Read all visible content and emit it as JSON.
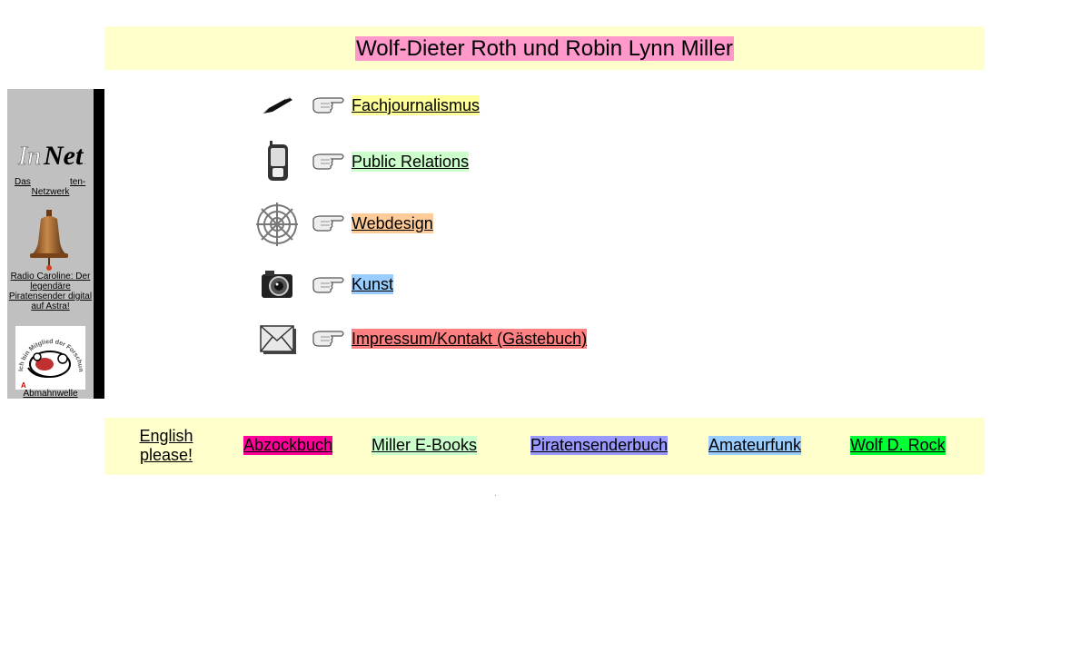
{
  "header": {
    "title": "Wolf-Dieter Roth und Robin Lynn Miller",
    "title_bg": "#ff99cc",
    "bar_bg": "#ffffcc"
  },
  "sidebar": {
    "logo": {
      "text": "InNet",
      "icon": "innet-logo"
    },
    "logo_caption_left": "Das",
    "logo_caption_right": "ten-",
    "logo_caption_line2": "Netzwerk",
    "bell_caption": [
      "Radio Caroline: Der",
      "legendäre",
      "Piratensender digital",
      "auf Astra!"
    ],
    "badge_text": "Ich bin Mitglied der Forschungsstelle",
    "badge_caption": "Abmahnwelle"
  },
  "nav": [
    {
      "label": "Fachjournalismus",
      "color": "#ffff99",
      "icon": "pen-icon"
    },
    {
      "label": "Public Relations",
      "color": "#ccffcc",
      "icon": "mobile-phone-icon"
    },
    {
      "label": "Webdesign",
      "color": "#ffcc99",
      "icon": "spider-web-icon"
    },
    {
      "label": "Kunst",
      "color": "#99ccff",
      "icon": "camera-icon"
    },
    {
      "label": "Impressum/Kontakt (Gästebuch)",
      "color": "#ff8080",
      "icon": "envelope-icon"
    }
  ],
  "footer": {
    "english": [
      "English",
      "please!"
    ],
    "links": [
      {
        "label": "Abzockbuch",
        "color": "#ff0099"
      },
      {
        "label": "Miller E-Books",
        "color": "#ccffcc"
      },
      {
        "label": "Piratensenderbuch",
        "color": "#9999ff"
      },
      {
        "label": "Amateurfunk",
        "color": "#99ccff"
      },
      {
        "label": "Wolf D. Rock",
        "color": "#00ff33"
      }
    ]
  }
}
